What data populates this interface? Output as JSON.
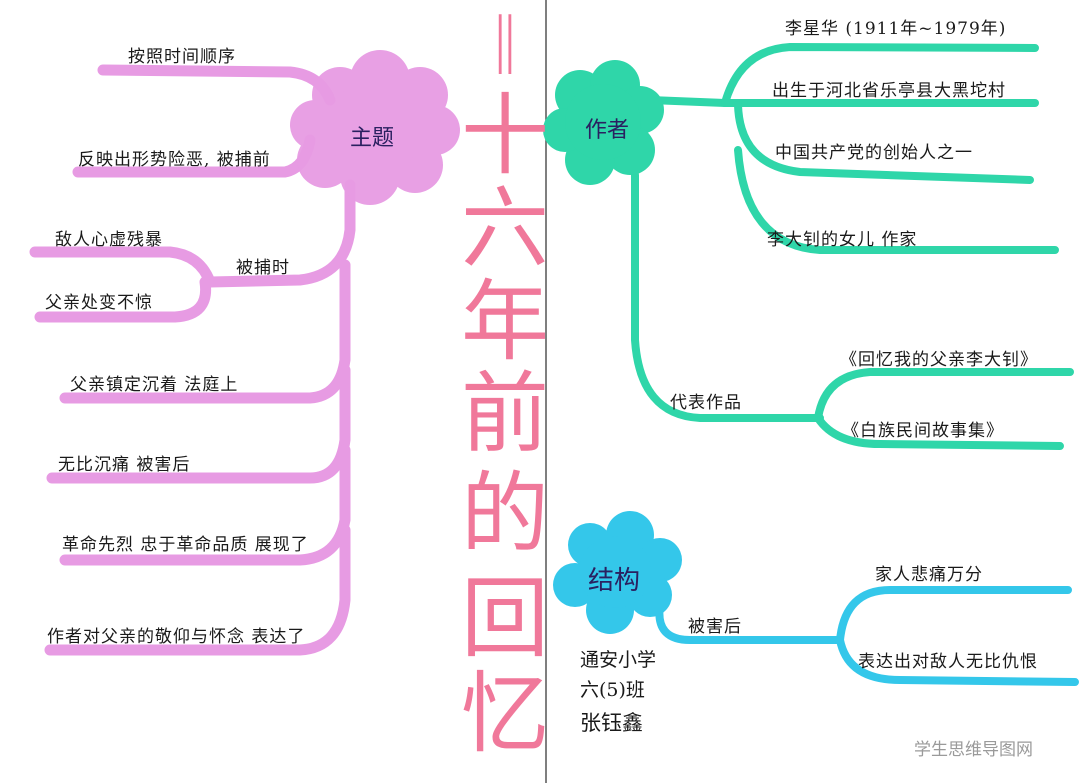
{
  "title": {
    "mark": "‖",
    "chars": [
      "十",
      "六",
      "年",
      "前",
      "的",
      "回",
      "忆"
    ]
  },
  "colors": {
    "theme": "#e79be3",
    "author": "#2fd6a9",
    "structure": "#34c7ea",
    "title": "#f0789a"
  },
  "theme": {
    "label": "主题",
    "items": [
      "按照时间顺序",
      "反映出形势险恶, 被捕前",
      "被捕时",
      "敌人心虚残暴",
      "父亲处变不惊",
      "父亲镇定沉着  法庭上",
      "无比沉痛    被害后",
      "革命先烈 忠于革命品质 展现了",
      "作者对父亲的敬仰与怀念   表达了"
    ]
  },
  "author": {
    "label": "作者",
    "items": [
      "李星华 (1911年~1979年)",
      "出生于河北省乐亭县大黑坨村",
      "中国共产党的创始人之一",
      "李大钊的女儿   作家"
    ],
    "works_label": "代表作品",
    "works": [
      "《回忆我的父亲李大钊》",
      "《白族民间故事集》"
    ]
  },
  "structure": {
    "label": "结构",
    "branch": "被害后",
    "items": [
      "家人悲痛万分",
      "表达出对敌人无比仇恨"
    ]
  },
  "signature": [
    "通安小学",
    "六(5)班",
    "张钰鑫"
  ],
  "watermark": "学生思维导图网"
}
